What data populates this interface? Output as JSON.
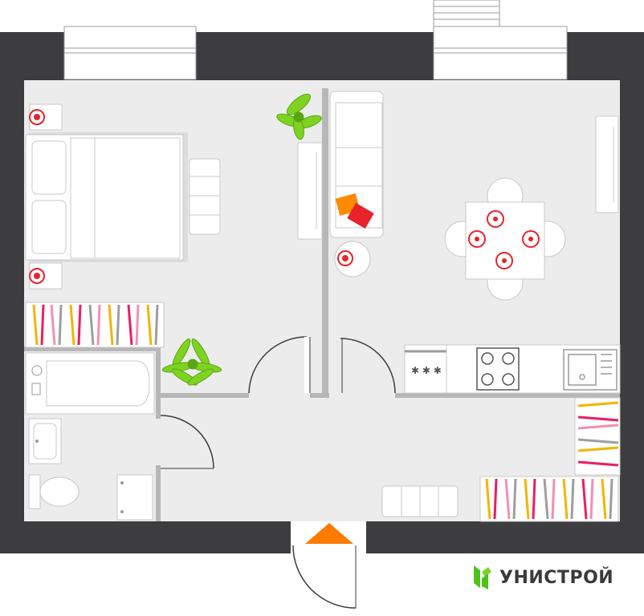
{
  "brand": {
    "name": "УНИСТРОЙ",
    "logo_icon": "unistroy-logo-icon",
    "logo_color": "#4cc21a"
  },
  "colors": {
    "wall": "#3d3c3e",
    "floor": "#ececec",
    "furniture": "#ffffff",
    "furniture_outline": "#c9c9c9",
    "entrance_marker": "#ff7a00",
    "plant": "#7ed321",
    "accent_red": "#e8232b"
  },
  "rooms": [
    "bedroom",
    "living-room",
    "kitchen",
    "bathroom",
    "hallway"
  ],
  "entrance_marker_icon": "triangle-up-icon"
}
